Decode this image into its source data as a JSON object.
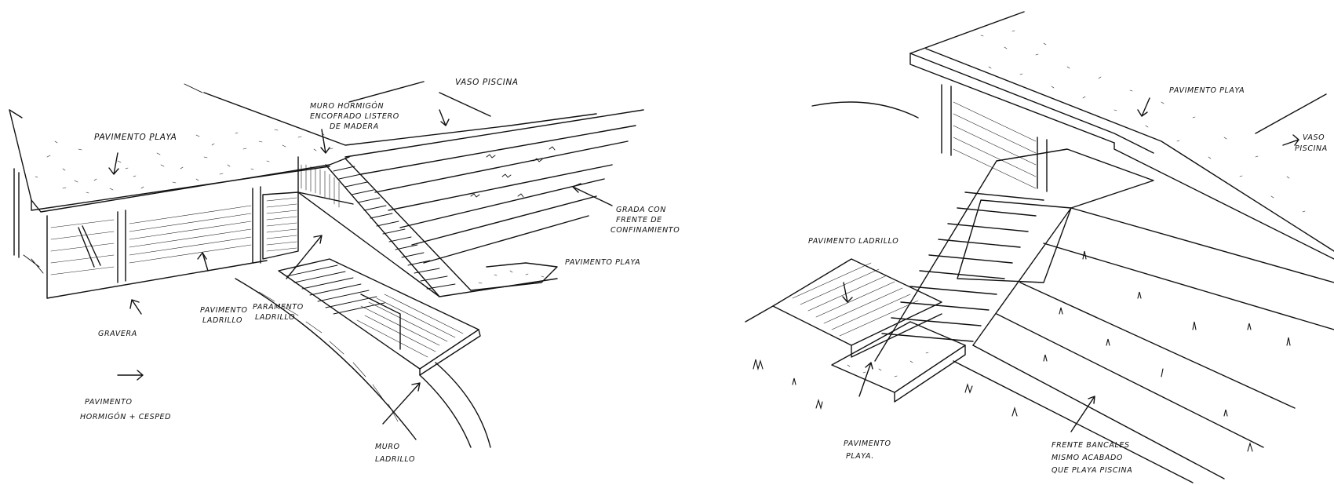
{
  "left_sketch": {
    "labels": {
      "vaso_piscina": "VASO PISCINA",
      "muro_hormigon_1": "MURO HORMIGÓN",
      "muro_hormigon_2": "ENCOFRADO LISTERO",
      "muro_hormigon_3": "DE MADERA",
      "pavimento_playa_top": "PAVIMENTO PLAYA",
      "grada_1": "GRADA CON",
      "grada_2": "FRENTE DE",
      "grada_3": "CONFINAMIENTO",
      "pavimento_playa_right": "PAVIMENTO PLAYA",
      "pavimento_ladrillo_1": "PAVIMENTO",
      "pavimento_ladrillo_2": "LADRILLO",
      "paramento_ladrillo_1": "PARAMENTO",
      "paramento_ladrillo_2": "LADRILLO",
      "gravera": "GRAVERA",
      "pav_hormigon_1": "PAVIMENTO",
      "pav_hormigon_2": "HORMIGÓN + CESPED",
      "muro_ladrillo_1": "MURO",
      "muro_ladrillo_2": "LADRILLO"
    }
  },
  "right_sketch": {
    "labels": {
      "pavimento_playa_top": "PAVIMENTO PLAYA",
      "vaso_piscina_1": "VASO",
      "vaso_piscina_2": "PISCINA",
      "pavimento_ladrillo": "PAVIMENTO LADRILLO",
      "pavimento_playa_bottom_1": "PAVIMENTO",
      "pavimento_playa_bottom_2": "PLAYA.",
      "frente_1": "FRENTE BANCALES",
      "frente_2": "MISMO ACABADO",
      "frente_3": "QUE PLAYA PISCINA"
    }
  }
}
